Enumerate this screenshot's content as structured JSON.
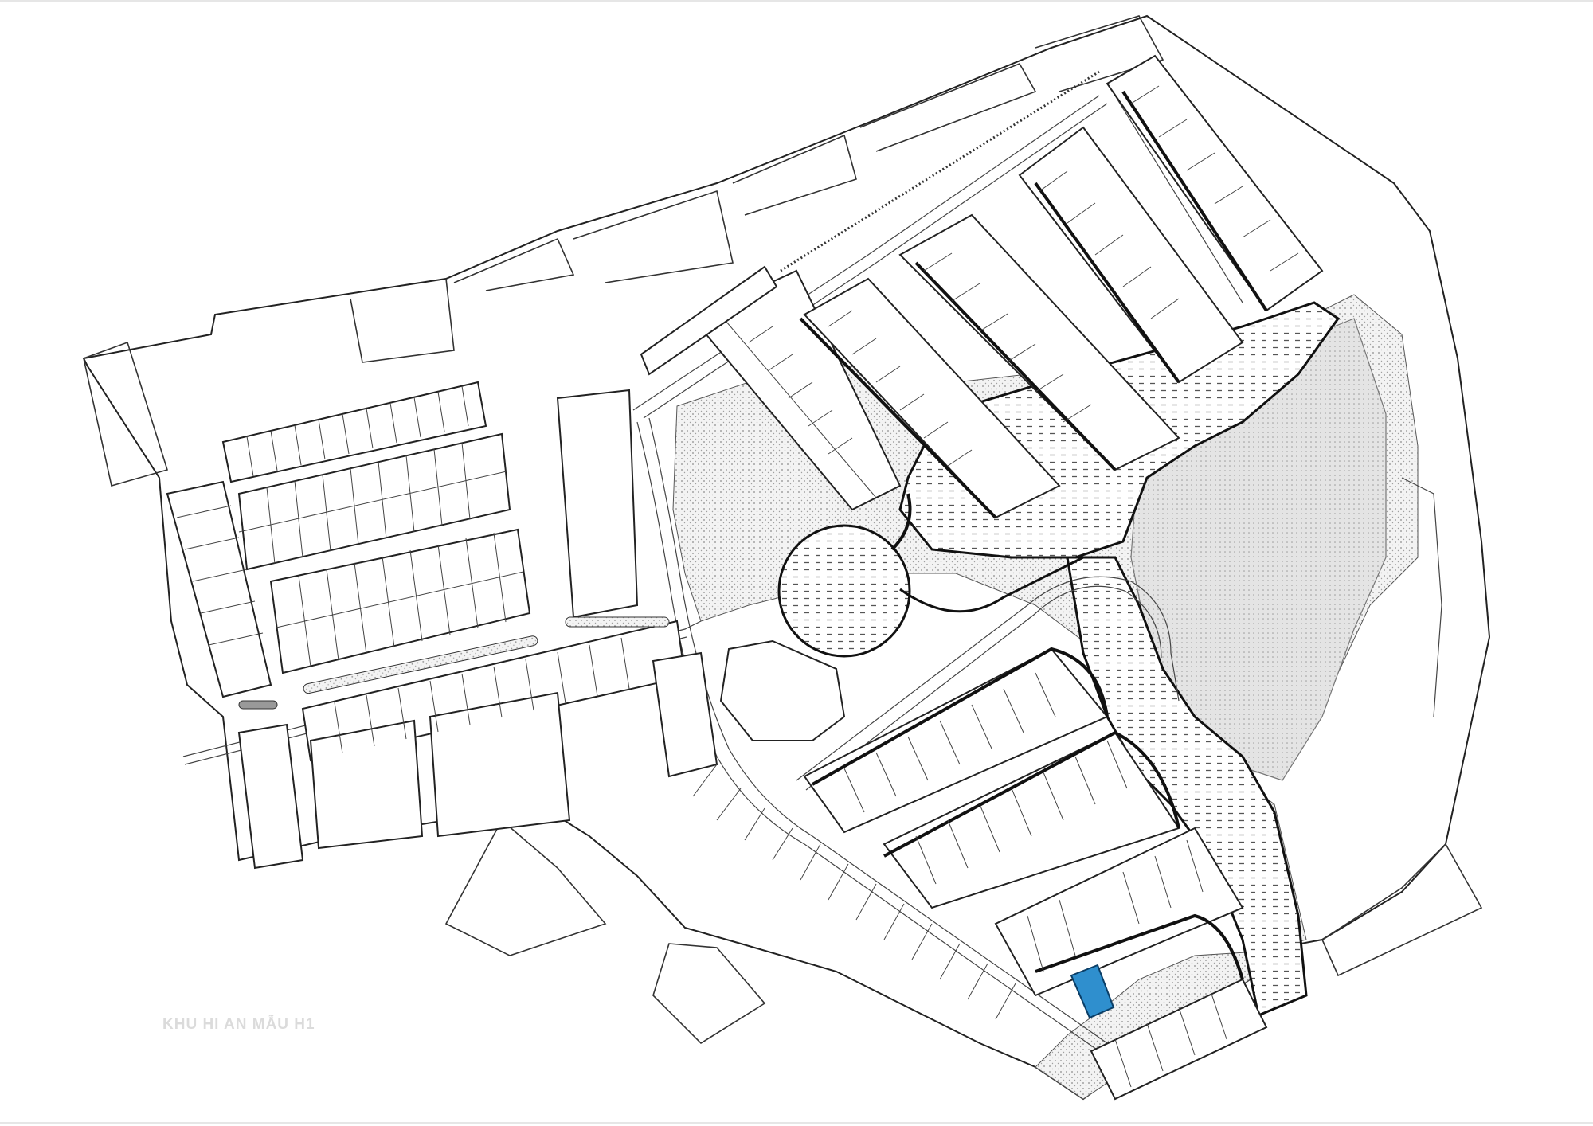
{
  "map": {
    "watermark_text": "KHU HI AN MẪU H1",
    "highlight_color": "#2f8fce",
    "line_color": "#222222",
    "green_area_pattern": "dotted",
    "water_area_pattern": "dashed",
    "elements": [
      "site-boundary",
      "road-network",
      "residential-lots",
      "green-areas",
      "lake",
      "roundabout-circle",
      "highlighted-lot"
    ]
  }
}
